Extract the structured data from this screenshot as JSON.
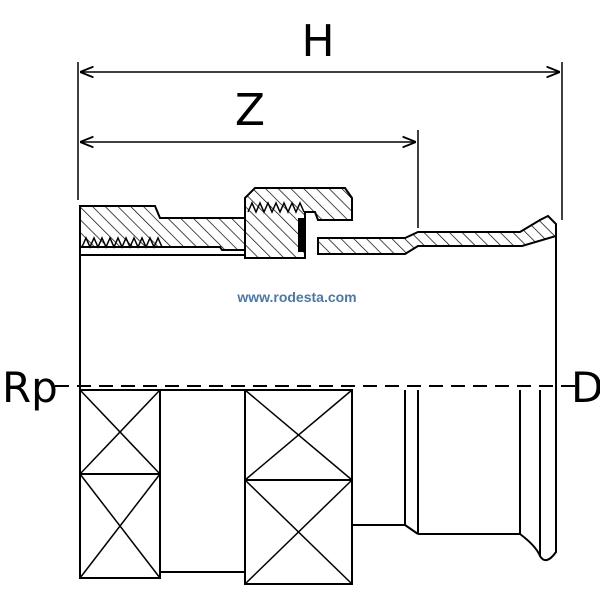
{
  "dimensions": {
    "overall_length_label": "H",
    "insertion_length_label": "Z"
  },
  "ends": {
    "threaded_end_label": "Rp",
    "press_end_label": "D"
  },
  "watermark": "www.rodesta.com",
  "colors": {
    "line": "#000000",
    "watermark": "#4a78b0",
    "background": "#ffffff"
  }
}
